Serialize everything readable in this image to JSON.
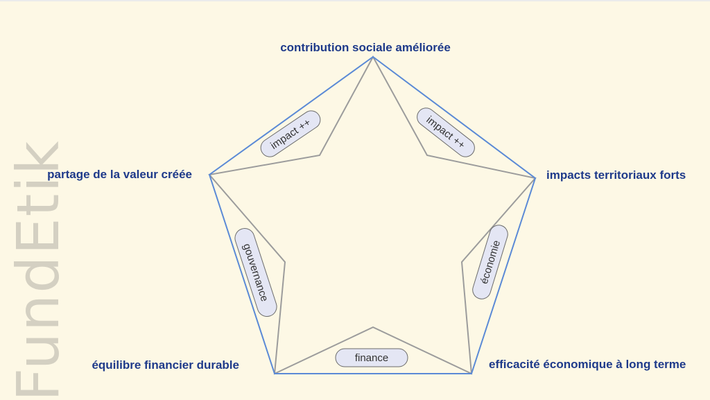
{
  "brand": {
    "text": "FundEtik",
    "color": "#d4d0c2"
  },
  "colors": {
    "background": "#fdf8e5",
    "pentagon_stroke": "#5b8ad6",
    "star_stroke": "#9c9c9c",
    "label_color": "#1e3a8a",
    "pill_fill": "#e4e6f4"
  },
  "vertices": {
    "top": "contribution sociale améliorée",
    "right": "impacts territoriaux forts",
    "bottom_right": "efficacité économique à long terme",
    "bottom_left": "équilibre financier durable",
    "left": "partage de la valeur créée"
  },
  "edges": {
    "top_left": "impact ++",
    "top_right": "impact ++",
    "right": "économie",
    "bottom": "finance",
    "left": "gouvernance"
  }
}
